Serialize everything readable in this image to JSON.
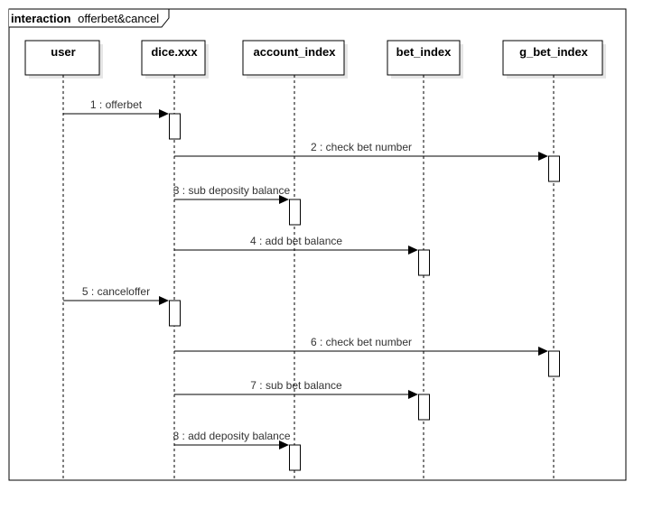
{
  "frame": {
    "keyword": "interaction",
    "name": "offerbet&cancel"
  },
  "lifelines": [
    {
      "id": "user",
      "label": "user"
    },
    {
      "id": "dice",
      "label": "dice.xxx"
    },
    {
      "id": "account",
      "label": "account_index"
    },
    {
      "id": "bet",
      "label": "bet_index"
    },
    {
      "id": "gbet",
      "label": "g_bet_index"
    }
  ],
  "messages": [
    {
      "label": "1 : offerbet",
      "from": "user",
      "to": "dice"
    },
    {
      "label": "2 : check bet number",
      "from": "dice",
      "to": "gbet"
    },
    {
      "label": "3 : sub deposity balance",
      "from": "dice",
      "to": "account"
    },
    {
      "label": "4 : add bet balance",
      "from": "dice",
      "to": "bet"
    },
    {
      "label": "5 : canceloffer",
      "from": "user",
      "to": "dice"
    },
    {
      "label": "6 : check bet number",
      "from": "dice",
      "to": "gbet"
    },
    {
      "label": "7 : sub bet balance",
      "from": "dice",
      "to": "bet"
    },
    {
      "label": "8 : add deposity balance",
      "from": "dice",
      "to": "account"
    }
  ],
  "colors": {
    "line": "#000000",
    "head_fill": "#ffffff",
    "head_shadow": "#e6e6e6",
    "text": "#000000",
    "label": "#333333"
  }
}
